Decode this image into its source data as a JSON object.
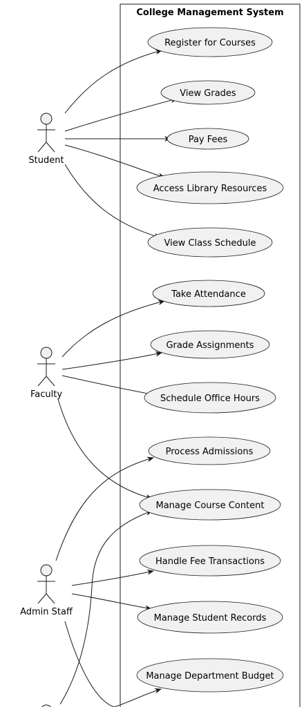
{
  "system": {
    "title": "College Management System"
  },
  "actors": [
    {
      "id": "student",
      "label": "Student"
    },
    {
      "id": "faculty",
      "label": "Faculty"
    },
    {
      "id": "admin",
      "label": "Admin Staff"
    },
    {
      "id": "fourth",
      "label": ""
    }
  ],
  "use_cases": [
    {
      "id": "register",
      "label": "Register for Courses"
    },
    {
      "id": "grades",
      "label": "View Grades"
    },
    {
      "id": "fees",
      "label": "Pay Fees"
    },
    {
      "id": "library",
      "label": "Access Library Resources"
    },
    {
      "id": "schedule",
      "label": "View Class Schedule"
    },
    {
      "id": "attendance",
      "label": "Take Attendance"
    },
    {
      "id": "grade_assign",
      "label": "Grade Assignments"
    },
    {
      "id": "office_hours",
      "label": "Schedule Office Hours"
    },
    {
      "id": "admissions",
      "label": "Process Admissions"
    },
    {
      "id": "course_content",
      "label": "Manage Course Content"
    },
    {
      "id": "fee_trans",
      "label": "Handle Fee Transactions"
    },
    {
      "id": "student_records",
      "label": "Manage Student Records"
    },
    {
      "id": "dept_budget",
      "label": "Manage Department Budget"
    }
  ],
  "associations": [
    {
      "from": "student",
      "to": "register"
    },
    {
      "from": "student",
      "to": "grades"
    },
    {
      "from": "student",
      "to": "fees"
    },
    {
      "from": "student",
      "to": "library"
    },
    {
      "from": "student",
      "to": "schedule"
    },
    {
      "from": "faculty",
      "to": "attendance"
    },
    {
      "from": "faculty",
      "to": "grade_assign"
    },
    {
      "from": "faculty",
      "to": "office_hours"
    },
    {
      "from": "faculty",
      "to": "course_content"
    },
    {
      "from": "admin",
      "to": "admissions"
    },
    {
      "from": "admin",
      "to": "fee_trans"
    },
    {
      "from": "admin",
      "to": "student_records"
    },
    {
      "from": "admin",
      "to": "dept_budget"
    },
    {
      "from": "fourth",
      "to": "course_content"
    }
  ]
}
